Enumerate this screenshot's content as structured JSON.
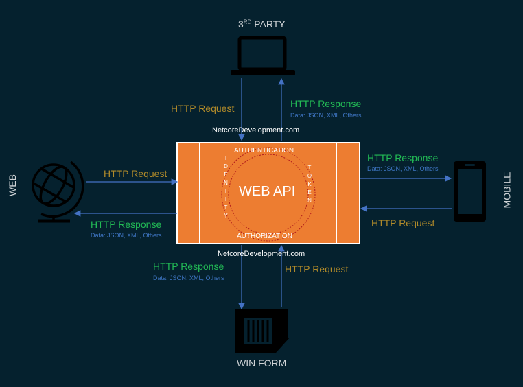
{
  "nodes": {
    "third_party": {
      "label_main": "3",
      "label_sup": "RD",
      "label_rest": " PARTY"
    },
    "web": {
      "label": "WEB"
    },
    "mobile": {
      "label": "MOBILE"
    },
    "win_form": {
      "label": "WIN FORM"
    }
  },
  "center": {
    "title": "WEB API",
    "top_label": "AUTHENTICATION",
    "bottom_label": "AUTHORIZATION",
    "left_vertical": "IDENTITY",
    "right_vertical": "TOKEN"
  },
  "watermark": "NetcoreDevelopment.com",
  "links": {
    "request_label": "HTTP Request",
    "response_label": "HTTP Response",
    "data_label": "Data: JSON, XML, Others"
  },
  "colors": {
    "background": "#05212e",
    "api_box": "#ed7d31",
    "request_text": "#b08a2a",
    "response_text": "#22bb55",
    "arrow": "#4472c4"
  }
}
